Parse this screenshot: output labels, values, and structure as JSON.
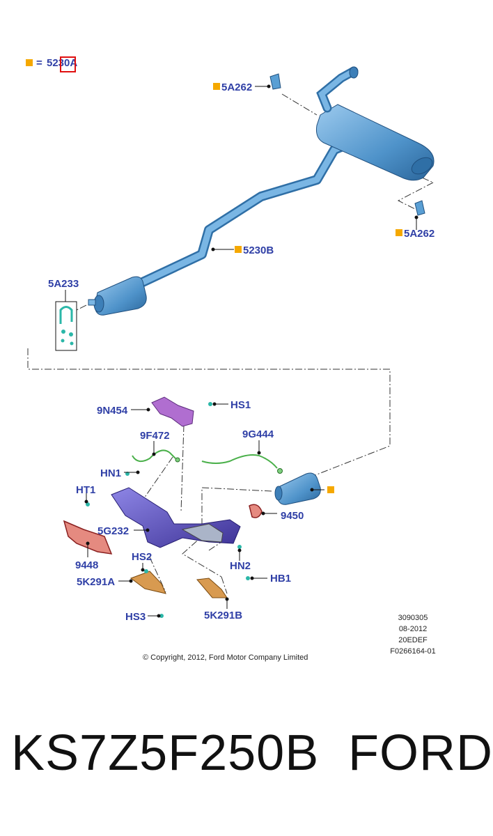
{
  "legend": {
    "equals": "=",
    "code": "5230A"
  },
  "labels": {
    "upper_bracket": "5A262",
    "lower_bracket": "5A262",
    "pipe": "5230B",
    "clamp_kit": "5A233",
    "heat_shield": "9N454",
    "hs1": "HS1",
    "o2_sensor_front": "9F472",
    "o2_sensor_rear": "9G444",
    "hn1": "HN1",
    "ht1": "HT1",
    "manifold": "5G232",
    "manifold_gasket": "9448",
    "hs2": "HS2",
    "bracket_a": "5K291A",
    "hs3": "HS3",
    "cat_gasket": "9450",
    "hn2": "HN2",
    "hb1": "HB1",
    "bracket_b": "5K291B"
  },
  "meta": {
    "line1": "3090305",
    "line2": "08-2012",
    "line3": "20EDEF",
    "line4": "F0266164-01"
  },
  "copyright": "© Copyright, 2012, Ford Motor Company Limited",
  "caption": {
    "part_number": "KS7Z5F250B",
    "brand": "FORD"
  },
  "colors": {
    "label": "#2f3fa6",
    "marker": "#f5a800",
    "pipe": "#5a9fd4",
    "highlight_box": "#e01010"
  }
}
